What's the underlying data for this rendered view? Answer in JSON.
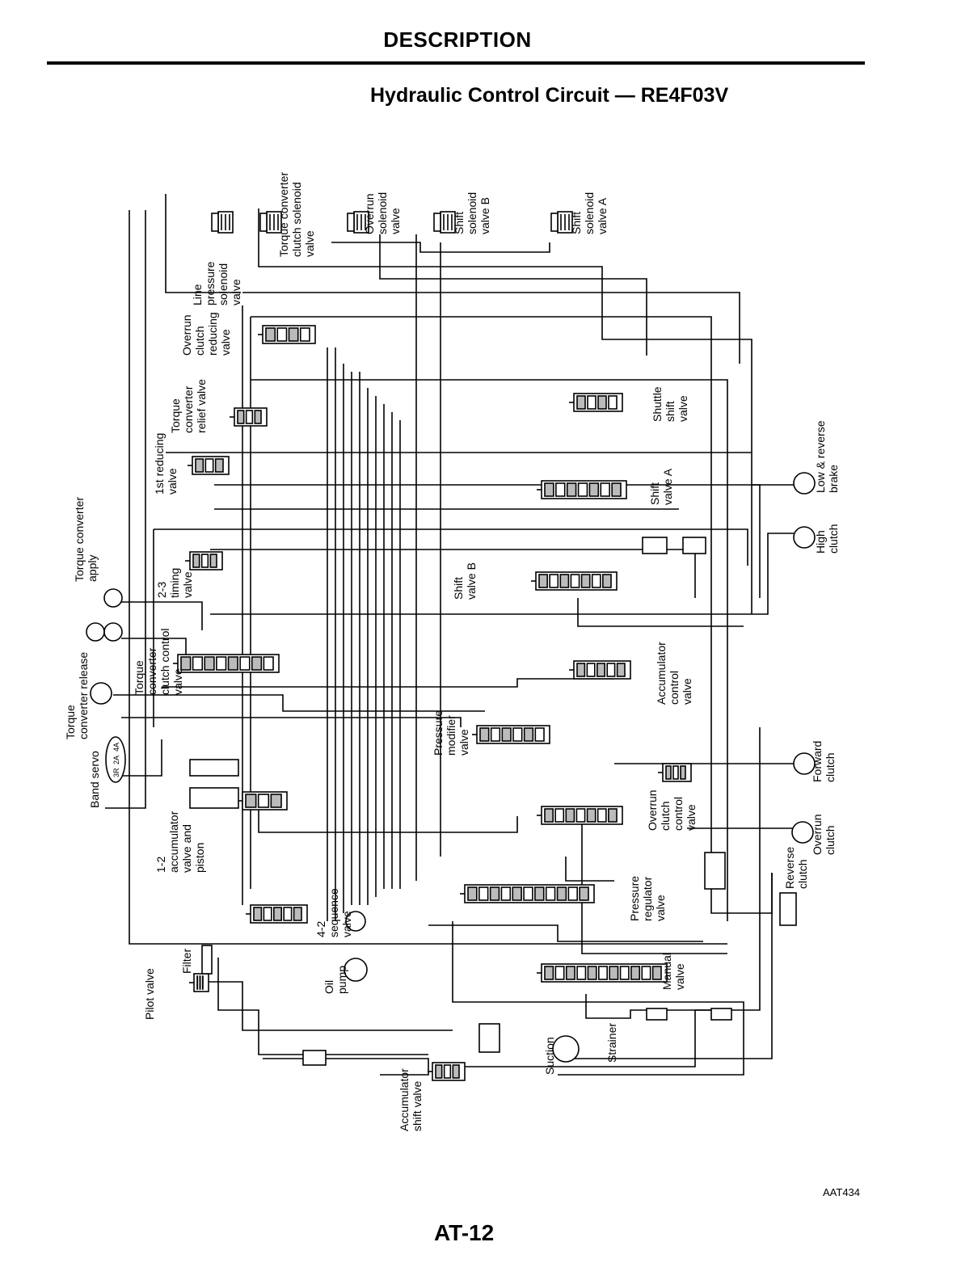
{
  "header": {
    "title": "DESCRIPTION"
  },
  "section": {
    "title": "Hydraulic Control Circuit — RE4F03V"
  },
  "labels": {
    "line_pressure": [
      "Line",
      "pressure",
      "solenoid",
      "valve"
    ],
    "tcc_solenoid": [
      "Torque converter",
      "clutch solenoid",
      "valve"
    ],
    "overrun_solenoid": [
      "Overrun",
      "solenoid",
      "valve"
    ],
    "shift_solenoid_b": [
      "Shift",
      "solenoid",
      "valve B"
    ],
    "shift_solenoid_a": [
      "Shift",
      "solenoid",
      "valve A"
    ],
    "overrun_reducing": [
      "Overrun",
      "clutch",
      "reducing",
      "valve"
    ],
    "tc_relief": [
      "Torque",
      "converter",
      "relief valve"
    ],
    "first_reducing": [
      "1st reducing",
      "valve"
    ],
    "shuttle_shift": [
      "Shuttle",
      "shift",
      "valve"
    ],
    "low_reverse_brake": [
      "Low & reverse",
      "brake"
    ],
    "shift_valve_a": [
      "Shift",
      "valve A"
    ],
    "high_clutch": [
      "High",
      "clutch"
    ],
    "tc_apply": [
      "Torque converter",
      "apply"
    ],
    "timing_valve": [
      "2-3",
      "timing",
      "valve"
    ],
    "shift_valve_b": [
      "Shift",
      "valve B"
    ],
    "tcc_control": [
      "Torque",
      "converter",
      "clutch control",
      "valve"
    ],
    "tc_release": [
      "Torque",
      "converter release"
    ],
    "accumulator_control": [
      "Accumulator",
      "control",
      "valve"
    ],
    "pressure_modifier": [
      "Pressure",
      "modifier",
      "valve"
    ],
    "band_servo": [
      "Band servo"
    ],
    "band_servo_codes": [
      "3R",
      "2A",
      "4A"
    ],
    "accumulator_12": [
      "1-2",
      "accumulator",
      "valve and",
      "piston"
    ],
    "forward_clutch": [
      "Forward",
      "clutch"
    ],
    "overrun_control": [
      "Overrun",
      "clutch",
      "control",
      "valve"
    ],
    "overrun_clutch": [
      "Overrun",
      "clutch"
    ],
    "reverse_clutch": [
      "Reverse",
      "clutch"
    ],
    "pressure_regulator": [
      "Pressure",
      "regulator",
      "valve"
    ],
    "sequence_42": [
      "4-2",
      "sequence",
      "valve"
    ],
    "filter": [
      "Filter"
    ],
    "pilot_valve": [
      "Pilot valve"
    ],
    "oil_pump": [
      "Oil",
      "pump"
    ],
    "manual_valve": [
      "Manual",
      "valve"
    ],
    "suction": [
      "Suction"
    ],
    "strainer": [
      "Strainer"
    ],
    "accumulator_shift": [
      "Accumulator",
      "shift valve"
    ]
  },
  "footer": {
    "figure_code": "AAT434",
    "page_number": "AT-12"
  }
}
